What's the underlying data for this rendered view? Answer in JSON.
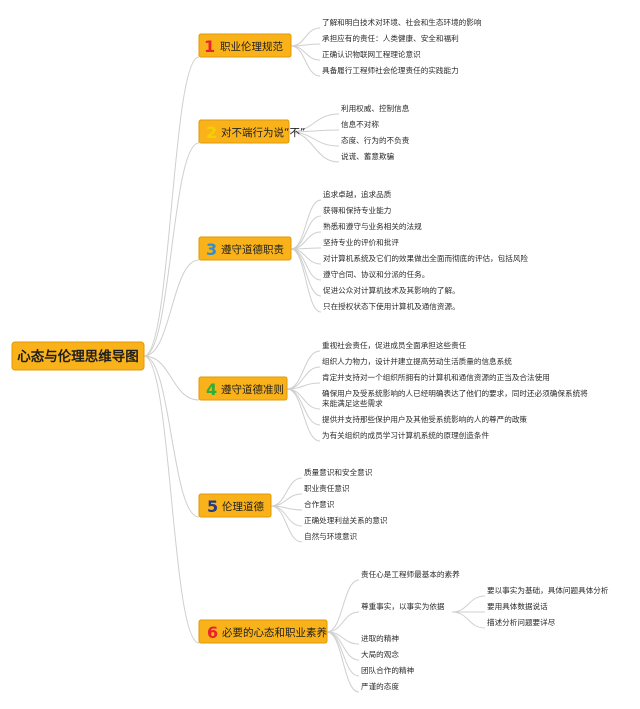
{
  "title": "心态与伦理思维导图",
  "colors": {
    "box_fill": "#f9b21a",
    "box_stroke": "#e29a05",
    "connector": "#cfcfcf",
    "num_1": "#e8232c",
    "num_2": "#f5d000",
    "num_3": "#2a8fd8",
    "num_4": "#2fae3a",
    "num_5": "#283a86",
    "num_6": "#e8232c"
  },
  "branches": [
    {
      "num": "1",
      "label": "职业伦理规范",
      "items": [
        "了解和明白技术对环境、社会和生态环境的影响",
        "承担应有的责任：人类健康、安全和福利",
        "正确认识物联网工程理论意识",
        "具备履行工程师社会伦理责任的实践能力"
      ]
    },
    {
      "num": "2",
      "label": "对不端行为说“不”",
      "items": [
        "利用权威、控制信息",
        "信息不对称",
        "态度、行为的不负责",
        "说谎、蓄意欺骗"
      ]
    },
    {
      "num": "3",
      "label": "遵守道德职责",
      "items": [
        "追求卓越，追求品质",
        "获得和保持专业能力",
        "熟悉和遵守与业务相关的法规",
        "坚持专业的评价和批评",
        "对计算机系统及它们的效果做出全面而彻底的评估，包括风险",
        "遵守合同、协议和分派的任务。",
        "促进公众对计算机技术及其影响的了解。",
        "只在授权状态下使用计算机及通信资源。"
      ]
    },
    {
      "num": "4",
      "label": "遵守道德准则",
      "items": [
        "重视社会责任，促进成员全面承担这些责任",
        "组织人力物力，设计并建立提高劳动生活质量的信息系统",
        "肯定并支持对一个组织所拥有的计算机和通信资源的正当及合法使用",
        "确保用户及受系统影响的人已经明确表达了他们的要求，同时还必须确保系统将",
        "来能满足这些需求",
        "提供并支持那些保护用户及其他受系统影响的人的尊严的政策",
        "为有关组织的成员学习计算机系统的原理创造条件"
      ]
    },
    {
      "num": "5",
      "label": "伦理道德",
      "items": [
        "质量意识和安全意识",
        "职业责任意识",
        "合作意识",
        "正确处理利益关系的意识",
        "自然与环境意识"
      ]
    },
    {
      "num": "6",
      "label": "必要的心态和职业素养",
      "items": [
        "责任心是工程师最基本的素养",
        "尊重事实，以事实为依据",
        "进取的精神",
        "大局的观念",
        "团队合作的精神",
        "严谨的态度"
      ],
      "subitems": [
        "要以事实为基础，具体问题具体分析",
        "要用具体数据说话",
        "描述分析问题要详尽"
      ]
    }
  ]
}
